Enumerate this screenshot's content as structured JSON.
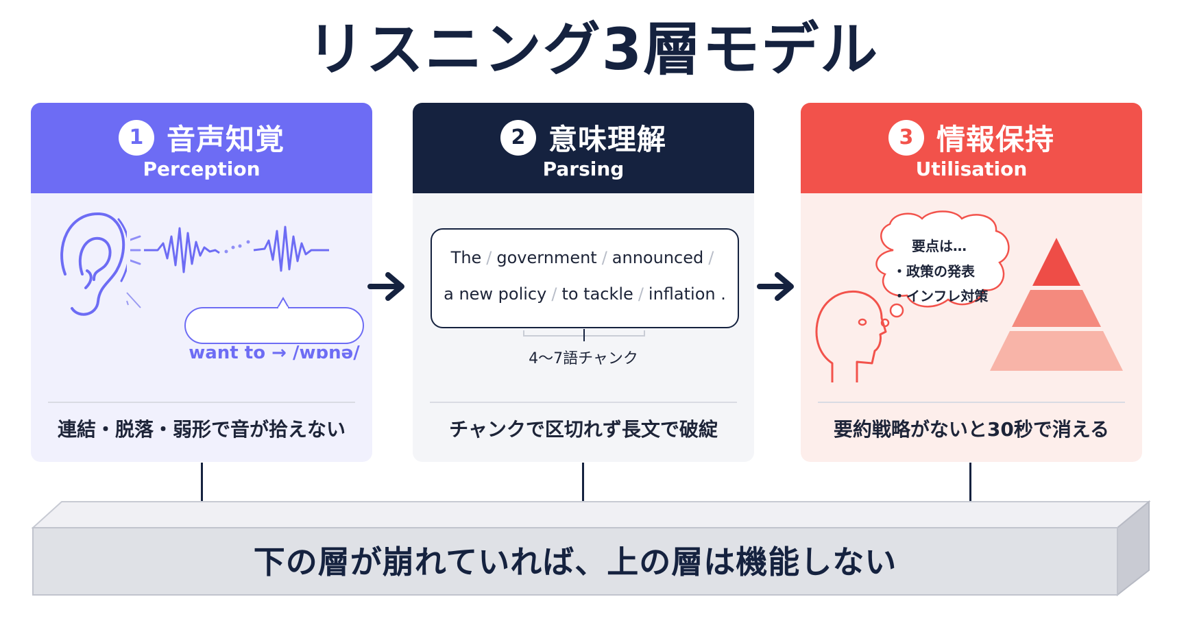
{
  "title": "リスニング3層モデル",
  "layers": [
    {
      "number": "1",
      "title_jp": "音声知覚",
      "title_en": "Perception",
      "caption": "連結・脱落・弱形で音が拾えない",
      "example": "want to → /wɒnə/",
      "color": "#6d6cf4"
    },
    {
      "number": "2",
      "title_jp": "意味理解",
      "title_en": "Parsing",
      "caption": "チャンクで区切れず長文で破綻",
      "color": "#15223f",
      "chunk_line1": [
        "The",
        "government",
        "announced"
      ],
      "chunk_line2": [
        "a new policy",
        "to tackle",
        "inflation"
      ],
      "chunk_separator": "/",
      "chunk_end": ".",
      "chunk_label": "4〜7語チャンク"
    },
    {
      "number": "3",
      "title_jp": "情報保持",
      "title_en": "Utilisation",
      "caption": "要約戦略がないと30秒で消える",
      "color": "#f2524b",
      "thought_lines": [
        "要点は…",
        "・政策の発表",
        "・インフレ対策"
      ]
    }
  ],
  "base_message": "下の層が崩れていれば、上の層は機能しない",
  "icons": [
    "ear-icon",
    "waveform-icon",
    "arrow-right-icon",
    "head-icon",
    "thought-bubble-icon",
    "pyramid-icon"
  ]
}
